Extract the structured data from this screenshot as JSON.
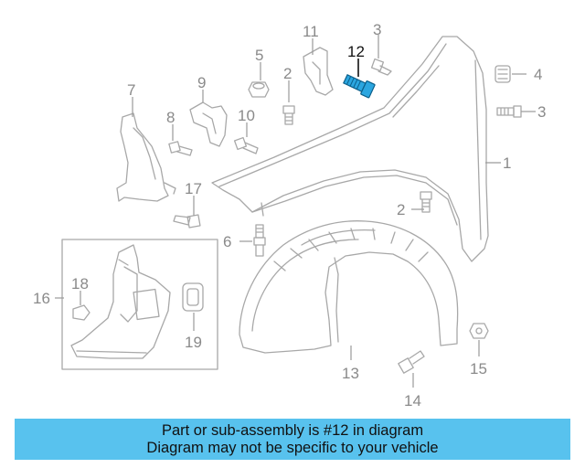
{
  "diagram": {
    "highlight_color": "#2ba6e0",
    "callouts": {
      "c1": "1",
      "c2a": "2",
      "c2b": "2",
      "c3a": "3",
      "c3b": "3",
      "c4": "4",
      "c5": "5",
      "c6": "6",
      "c7": "7",
      "c8": "8",
      "c9": "9",
      "c10": "10",
      "c11": "11",
      "c12": "12",
      "c13": "13",
      "c14": "14",
      "c15": "15",
      "c16": "16",
      "c17": "17",
      "c18": "18",
      "c19": "19"
    }
  },
  "banner": {
    "line1": "Part or sub-assembly is #12 in diagram",
    "line2": "Diagram may not be specific to your vehicle",
    "background": "#58c2ee"
  }
}
